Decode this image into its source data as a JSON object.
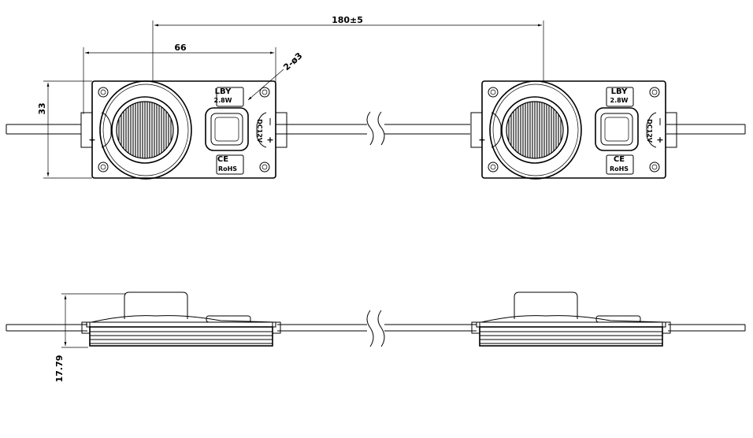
{
  "dimensions": {
    "pitch": "180±5",
    "width": "66",
    "height": "33",
    "hole": "2-ø3",
    "side_height": "17.79"
  },
  "module_label": {
    "brand": "LBY",
    "power": "2.8W",
    "voltage": "DC12V",
    "ce": "CE",
    "rohs": "RoHS",
    "plus": "+",
    "minus": "|"
  },
  "icons": {
    "wire_break": "double-s-break-icon",
    "lens": "round-lens-icon",
    "screw_hole": "circle-hole-icon"
  }
}
